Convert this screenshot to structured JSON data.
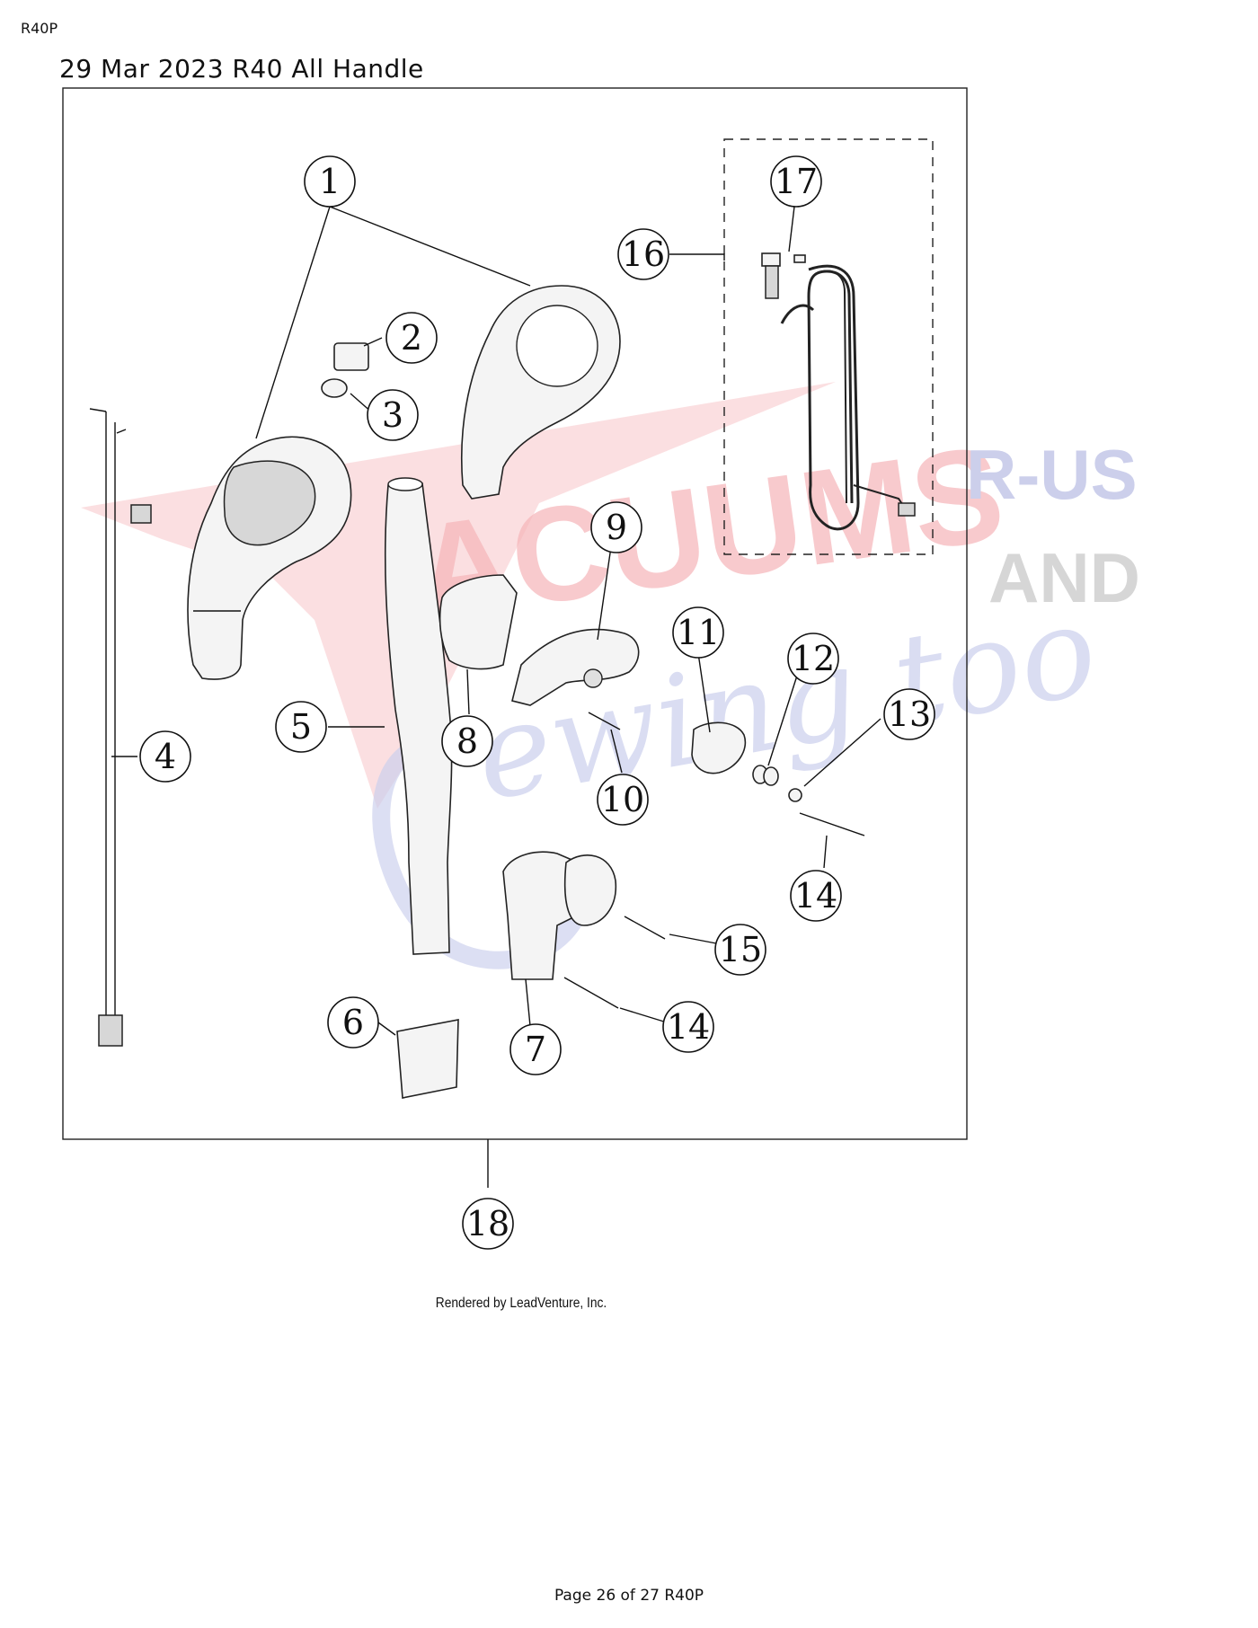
{
  "header": {
    "doc_code": "R40P",
    "title": "29 Mar 2023 R40 All Handle"
  },
  "callouts": [
    {
      "label": "1"
    },
    {
      "label": "2"
    },
    {
      "label": "3"
    },
    {
      "label": "4"
    },
    {
      "label": "5"
    },
    {
      "label": "6"
    },
    {
      "label": "7"
    },
    {
      "label": "8"
    },
    {
      "label": "9"
    },
    {
      "label": "10"
    },
    {
      "label": "11"
    },
    {
      "label": "12"
    },
    {
      "label": "13"
    },
    {
      "label": "14"
    },
    {
      "label": "14"
    },
    {
      "label": "15"
    },
    {
      "label": "16"
    },
    {
      "label": "17"
    },
    {
      "label": "18"
    }
  ],
  "watermark": {
    "brand_a": "ACUUMS",
    "brand_b": "R-US",
    "brand_c": "AND",
    "brand_d": "ewing too",
    "colors": {
      "red": "#f2a0a6",
      "blue": "#b9bfe3",
      "gray": "#c9c9c9"
    }
  },
  "credit": "Rendered by LeadVenture, Inc.",
  "footer": "Page 26 of 27 R40P"
}
